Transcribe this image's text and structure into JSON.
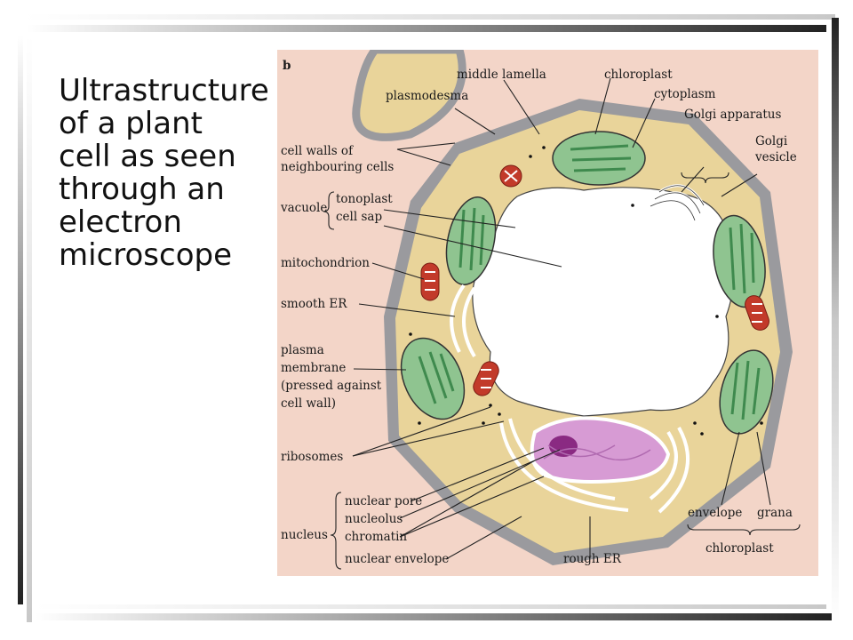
{
  "slide": {
    "title_lines": [
      "Ultrastructure",
      "of a plant",
      "cell as seen",
      "through an",
      "electron",
      "microscope"
    ]
  },
  "figure": {
    "panel_letter": "b",
    "labels": {
      "middle_lamella": "middle lamella",
      "chloroplast_top": "chloroplast",
      "plasmodesma": "plasmodesma",
      "cytoplasm": "cytoplasm",
      "golgi_apparatus": "Golgi apparatus",
      "golgi_vesicle_1": "Golgi",
      "golgi_vesicle_2": "vesicle",
      "cell_walls_1": "cell walls of",
      "cell_walls_2": "neighbouring cells",
      "vacuole": "vacuole",
      "tonoplast": "tonoplast",
      "cell_sap": "cell sap",
      "mitochondrion": "mitochondrion",
      "smooth_er": "smooth ER",
      "plasma_membrane_1": "plasma",
      "plasma_membrane_2": "membrane",
      "plasma_membrane_3": "(pressed against",
      "plasma_membrane_4": "cell wall)",
      "ribosomes": "ribosomes",
      "nuclear_pore": "nuclear pore",
      "nucleolus": "nucleolus",
      "nucleus": "nucleus",
      "chromatin": "chromatin",
      "nuclear_envelope": "nuclear envelope",
      "rough_er": "rough ER",
      "envelope": "envelope",
      "grana": "grana",
      "chloroplast_bottom": "chloroplast"
    },
    "colors": {
      "background": "#f3d5c8",
      "cell_wall": "#9a9a9e",
      "cytoplasm": "#e9d49a",
      "vacuole": "#ffffff",
      "chloroplast": "#8fc490",
      "grana": "#3f8a4e",
      "mitochondrion": "#c23a2a",
      "nucleus": "#d79bd4",
      "nucleolus": "#8a2a82"
    }
  }
}
